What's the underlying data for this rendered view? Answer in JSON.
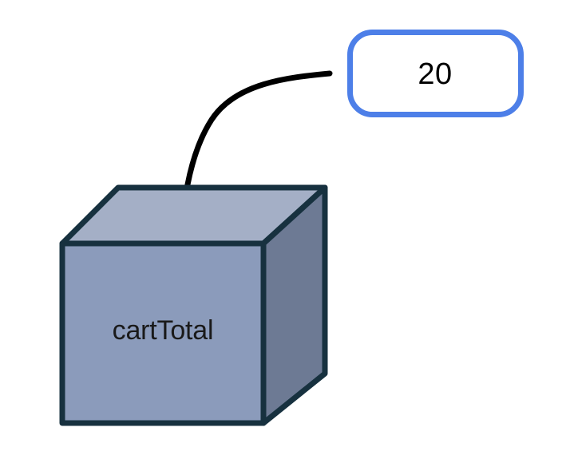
{
  "diagram": {
    "type": "variable-assignment-box-diagram",
    "background_color": "#ffffff",
    "variable_box": {
      "label": "cartTotal",
      "shape": "cube",
      "top_face_color": "#a4afc6",
      "front_face_color": "#8b9bbb",
      "side_face_color": "#6d7a94",
      "outline_color": "#17313f",
      "label_color": "#1a1a1a"
    },
    "value_box": {
      "value": "20",
      "border_color": "#4d7fe8",
      "fill_color": "#ffffff",
      "text_color": "#000000"
    },
    "connector": {
      "kind": "curved-arrow",
      "color": "#000000",
      "direction": "value-into-variable",
      "arrowhead": "down"
    }
  }
}
